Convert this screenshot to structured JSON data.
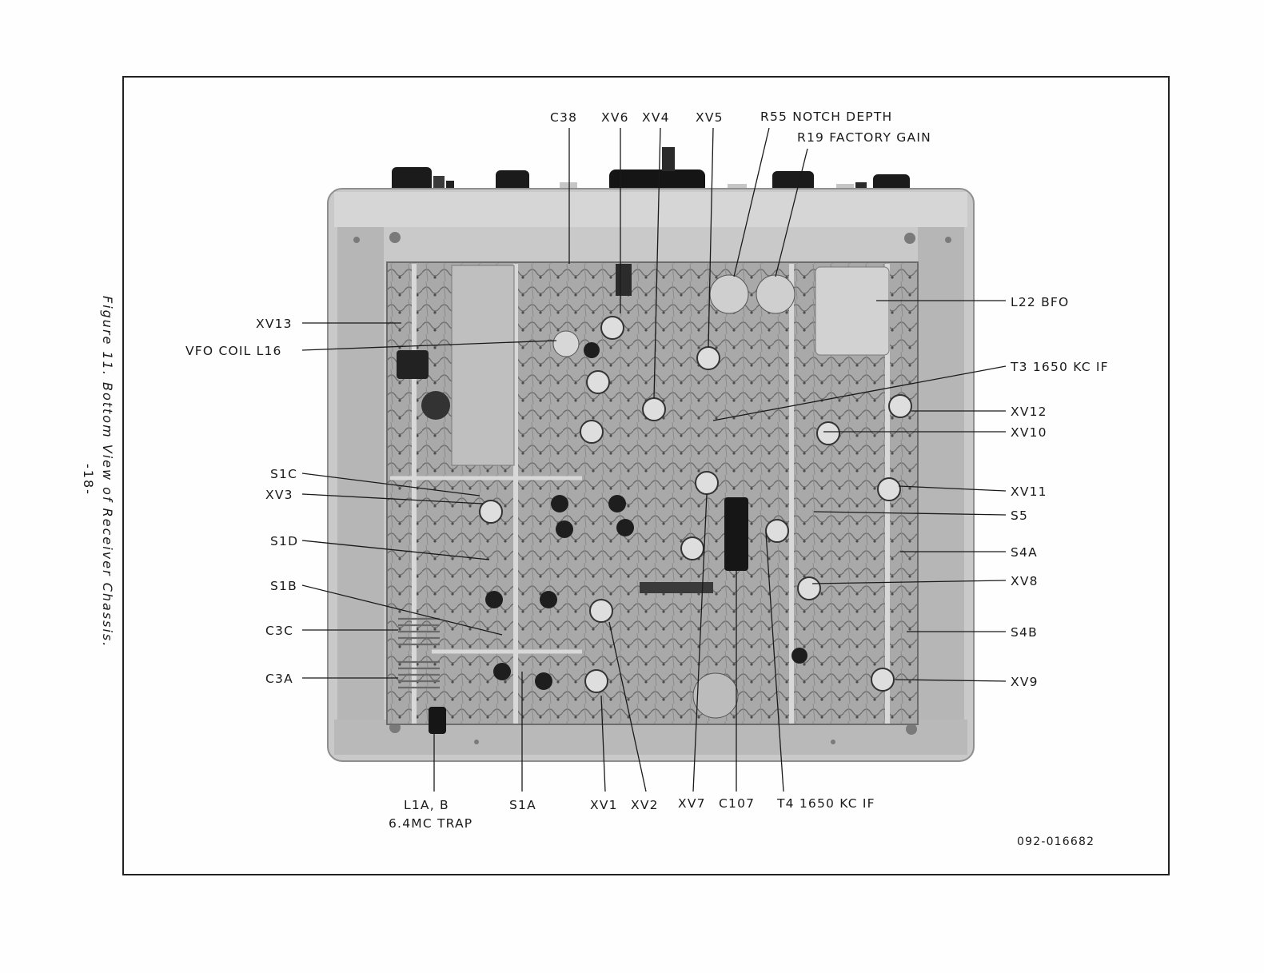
{
  "caption": {
    "figure": "Figure 11.   Bottom View of Receiver Chassis.",
    "page": "-18-"
  },
  "code": "092-016682",
  "labels": {
    "c38": "C38",
    "xv6": "XV6",
    "xv4": "XV4",
    "xv5": "XV5",
    "r55": "R55 NOTCH DEPTH",
    "r19": "R19 FACTORY GAIN",
    "xv13": "XV13",
    "vfo": "VFO COIL L16",
    "s1c": "S1C",
    "xv3": "XV3",
    "s1d": "S1D",
    "s1b": "S1B",
    "c3c": "C3C",
    "c3a": "C3A",
    "l22": "L22 BFO",
    "t3": "T3 1650 KC IF",
    "xv12": "XV12",
    "xv10": "XV10",
    "xv11": "XV11",
    "s5": "S5",
    "s4a": "S4A",
    "xv8": "XV8",
    "s4b": "S4B",
    "xv9": "XV9",
    "l1a": "L1A, B",
    "trap": "6.4MC TRAP",
    "s1a": "S1A",
    "xv1": "XV1",
    "xv2": "XV2",
    "xv7": "XV7",
    "c107": "C107",
    "t4": "T4 1650 KC IF"
  },
  "colors": {
    "chassis": "#c9c9c9",
    "chassis_edge": "#8f8f8f",
    "interior": "#a7a7a7",
    "ink": "#1a1a1a"
  }
}
